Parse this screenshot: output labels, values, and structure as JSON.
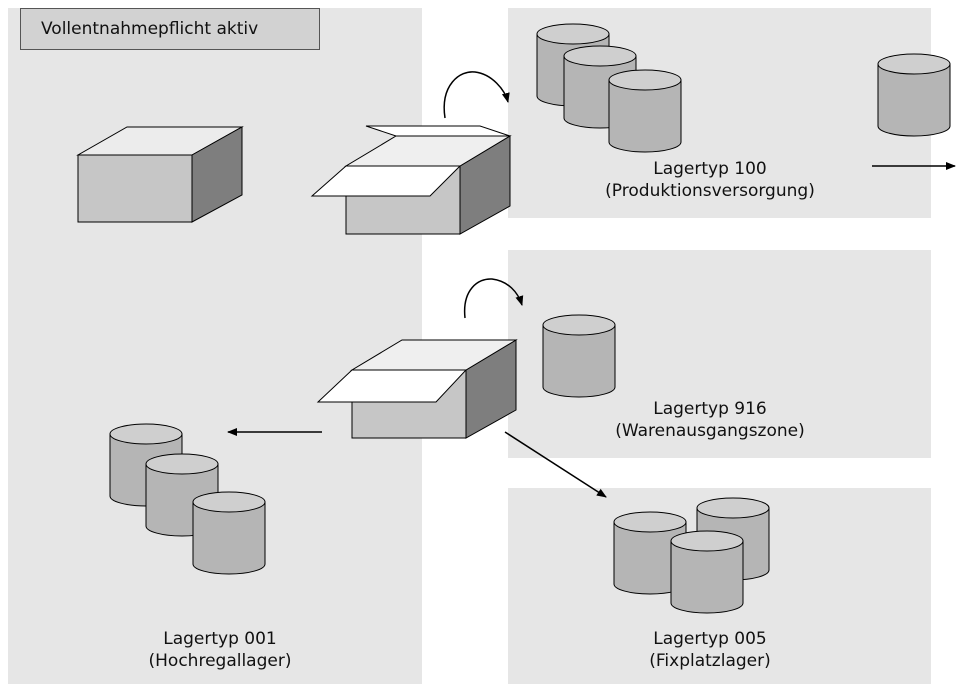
{
  "badge": {
    "text": "Vollentnahmepflicht aktiv"
  },
  "zones": {
    "z100": {
      "line1": "Lagertyp 100",
      "line2": "(Produktionsversorgung)"
    },
    "z916": {
      "line1": "Lagertyp 916",
      "line2": "(Warenausgangszone)"
    },
    "z001": {
      "line1": "Lagertyp 001",
      "line2": "(Hochregallager)"
    },
    "z005": {
      "line1": "Lagertyp 005",
      "line2": "(Fixplatzlager)"
    }
  }
}
